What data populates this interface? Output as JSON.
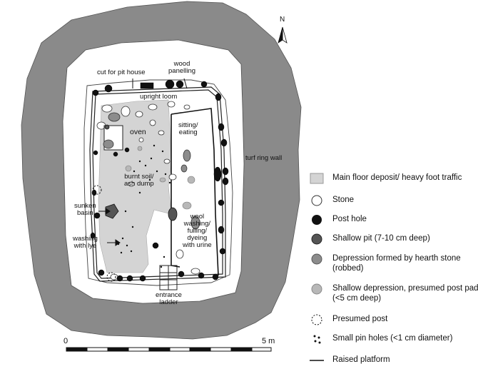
{
  "north_label": "N",
  "labels": {
    "cut_for_pit_house": "cut for pit house",
    "wood_panelling": "wood\npanelling",
    "upright_loom": "upright loom",
    "oven": "oven",
    "sitting_eating": "sitting/\neating",
    "turf_ring_wall": "turf ring wall",
    "burnt_soil": "burnt soil/\nash dump",
    "sunken_basin": "sunken\nbasin",
    "wool_washing": "wool\nwashing/\nfulling/\ndyeing\nwith urine",
    "washing_with_lye": "washing\nwith lye",
    "entrance_ladder": "entrance\nladder"
  },
  "legend": [
    {
      "symbol": "floor-deposit-swatch",
      "color": "#d4d4d4",
      "text": "Main floor deposit/ heavy foot traffic"
    },
    {
      "symbol": "stone-symbol",
      "color": "#ffffff",
      "text": "Stone"
    },
    {
      "symbol": "post-hole-symbol",
      "color": "#111111",
      "text": "Post hole"
    },
    {
      "symbol": "shallow-pit-symbol",
      "color": "#555555",
      "text": "Shallow pit (7-10 cm deep)"
    },
    {
      "symbol": "hearth-depression-symbol",
      "color": "#8c8c8c",
      "text": "Depression formed by hearth stone (robbed)"
    },
    {
      "symbol": "shallow-depression-symbol",
      "color": "#b8b8b8",
      "text": "Shallow depression, presumed post pad (<5 cm deep)"
    },
    {
      "symbol": "presumed-post-symbol",
      "color": "#111111",
      "text": "Presumed post"
    },
    {
      "symbol": "pin-holes-symbol",
      "color": "#111111",
      "text": "Small pin holes (<1 cm diameter)"
    },
    {
      "symbol": "raised-platform-symbol",
      "color": "#111111",
      "text": "Raised platform"
    }
  ],
  "scale": {
    "start": "0",
    "end": "5 m"
  },
  "colors": {
    "turf": "#8a8a8a",
    "floor": "#d4d4d4",
    "outline": "#222222"
  }
}
